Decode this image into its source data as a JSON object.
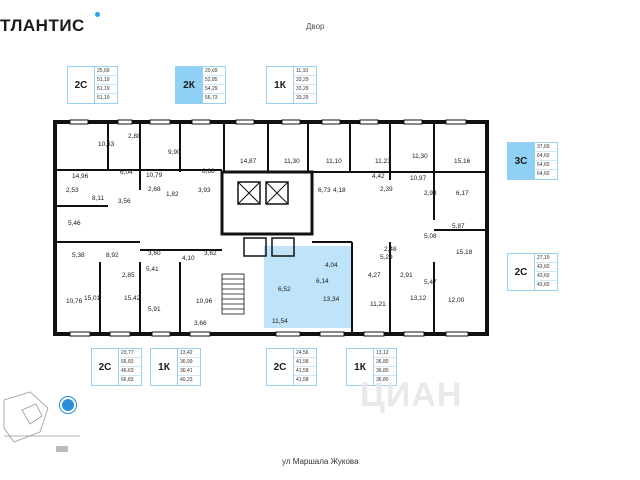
{
  "brand": "ТЛАНТИС",
  "top_label": "Двор",
  "street": "ул Маршала Жукова",
  "watermark": "ЦИАН",
  "accent_color": "#8fd0f5",
  "cards": [
    {
      "code": "2С",
      "areas": [
        "25,69",
        "51,19",
        "51,19",
        "51,19"
      ],
      "highlight": false
    },
    {
      "code": "2К",
      "areas": [
        "20,69",
        "52,85",
        "54,29",
        "56,73"
      ],
      "highlight": true
    },
    {
      "code": "1К",
      "areas": [
        "11,10",
        "33,29",
        "33,29",
        "33,29"
      ],
      "highlight": false
    },
    {
      "code": "3С",
      "areas": [
        "37,69",
        "64,60",
        "64,60",
        "64,60"
      ],
      "highlight": false
    },
    {
      "code": "2С",
      "areas": [
        "27,19",
        "43,60",
        "43,60",
        "43,60"
      ],
      "highlight": false
    },
    {
      "code": "2С",
      "areas": [
        "23,77",
        "66,83",
        "46,63",
        "66,83"
      ],
      "highlight": false
    },
    {
      "code": "1К",
      "areas": [
        "13,42",
        "36,99",
        "36,41",
        "40,23"
      ],
      "highlight": false
    },
    {
      "code": "2С",
      "areas": [
        "24,56",
        "41,58",
        "41,58",
        "41,58"
      ],
      "highlight": false
    },
    {
      "code": "1К",
      "areas": [
        "13,12",
        "36,80",
        "36,80",
        "36,80"
      ],
      "highlight": false
    }
  ],
  "room_areas": [
    "10,53",
    "2,88",
    "9,90",
    "8,68",
    "14,87",
    "11,30",
    "11,10",
    "11,23",
    "11,30",
    "15,16",
    "14,96",
    "6,04",
    "10,79",
    "2,53",
    "8,11",
    "3,56",
    "2,68",
    "1,82",
    "3,93",
    "6,73",
    "4,18",
    "4,42",
    "10,97",
    "2,39",
    "2,98",
    "6,17",
    "5,46",
    "5,87",
    "5,38",
    "8,92",
    "3,60",
    "4,10",
    "3,62",
    "2,48",
    "4,04",
    "5,08",
    "15,18",
    "2,85",
    "5,41",
    "6,52",
    "6,14",
    "4,27",
    "5,29",
    "2,91",
    "5,47",
    "10,76",
    "15,01",
    "15,42",
    "10,96",
    "5,91",
    "3,66",
    "11,54",
    "13,34",
    "11,21",
    "13,12",
    "12,00"
  ]
}
